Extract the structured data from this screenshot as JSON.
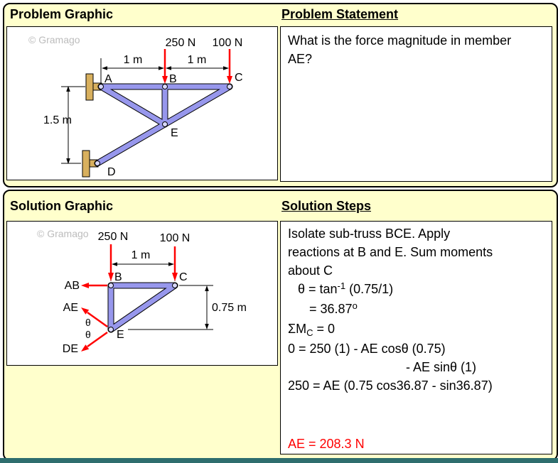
{
  "colors": {
    "panel-bg": "#ffffcc",
    "member": "#9797ec",
    "support": "#d8b05e",
    "force": "#ff0000",
    "watermark": "#bcbcbc",
    "footer": "#2e6e6e"
  },
  "problem_panel": {
    "graphic_title": "Problem Graphic",
    "statement_title": "Problem Statement",
    "statement_text": "What is the force magnitude in member AE?",
    "graphic": {
      "watermark": "© Gramago",
      "force_b": "250 N",
      "force_c": "100 N",
      "dim_ab": "1 m",
      "dim_bc": "1 m",
      "dim_height": "1.5 m",
      "label_a": "A",
      "label_b": "B",
      "label_c": "C",
      "label_d": "D",
      "label_e": "E"
    }
  },
  "solution_panel": {
    "graphic_title": "Solution Graphic",
    "steps_title": "Solution Steps",
    "graphic": {
      "watermark": "© Gramago",
      "force_b": "250 N",
      "force_c": "100 N",
      "dim_bc": "1 m",
      "dim_height": "0.75 m",
      "label_b": "B",
      "label_c": "C",
      "label_e": "E",
      "label_ab": "AB",
      "label_ae": "AE",
      "label_de": "DE",
      "theta_1": "θ",
      "theta_2": "θ"
    },
    "steps": [
      {
        "wrap": true,
        "parts": [
          {
            "t": "Isolate sub-truss BCE. Apply reactions at B and E. Sum moments about C"
          }
        ]
      },
      {
        "indent": 14,
        "parts": [
          {
            "t": "θ = tan"
          },
          {
            "t": "-1",
            "style": "sup"
          },
          {
            "t": " (0.75/1)"
          }
        ]
      },
      {
        "indent": 30,
        "parts": [
          {
            "t": "= 36.87"
          },
          {
            "t": "o",
            "style": "sup"
          }
        ]
      },
      {
        "parts": [
          {
            "t": "ΣM"
          },
          {
            "t": "C",
            "style": "sub"
          },
          {
            "t": " = 0"
          }
        ]
      },
      {
        "parts": [
          {
            "t": "0 = 250 (1) - AE cosθ (0.75)"
          }
        ]
      },
      {
        "indent": 166,
        "parts": [
          {
            "t": "- AE sinθ (1)"
          }
        ]
      },
      {
        "parts": [
          {
            "t": "250 = AE (0.75 cos36.87 - sin36.87)"
          }
        ]
      },
      {
        "gap": 56,
        "color": "#ff0000",
        "parts": [
          {
            "t": "AE = 208.3 N"
          }
        ]
      }
    ]
  }
}
